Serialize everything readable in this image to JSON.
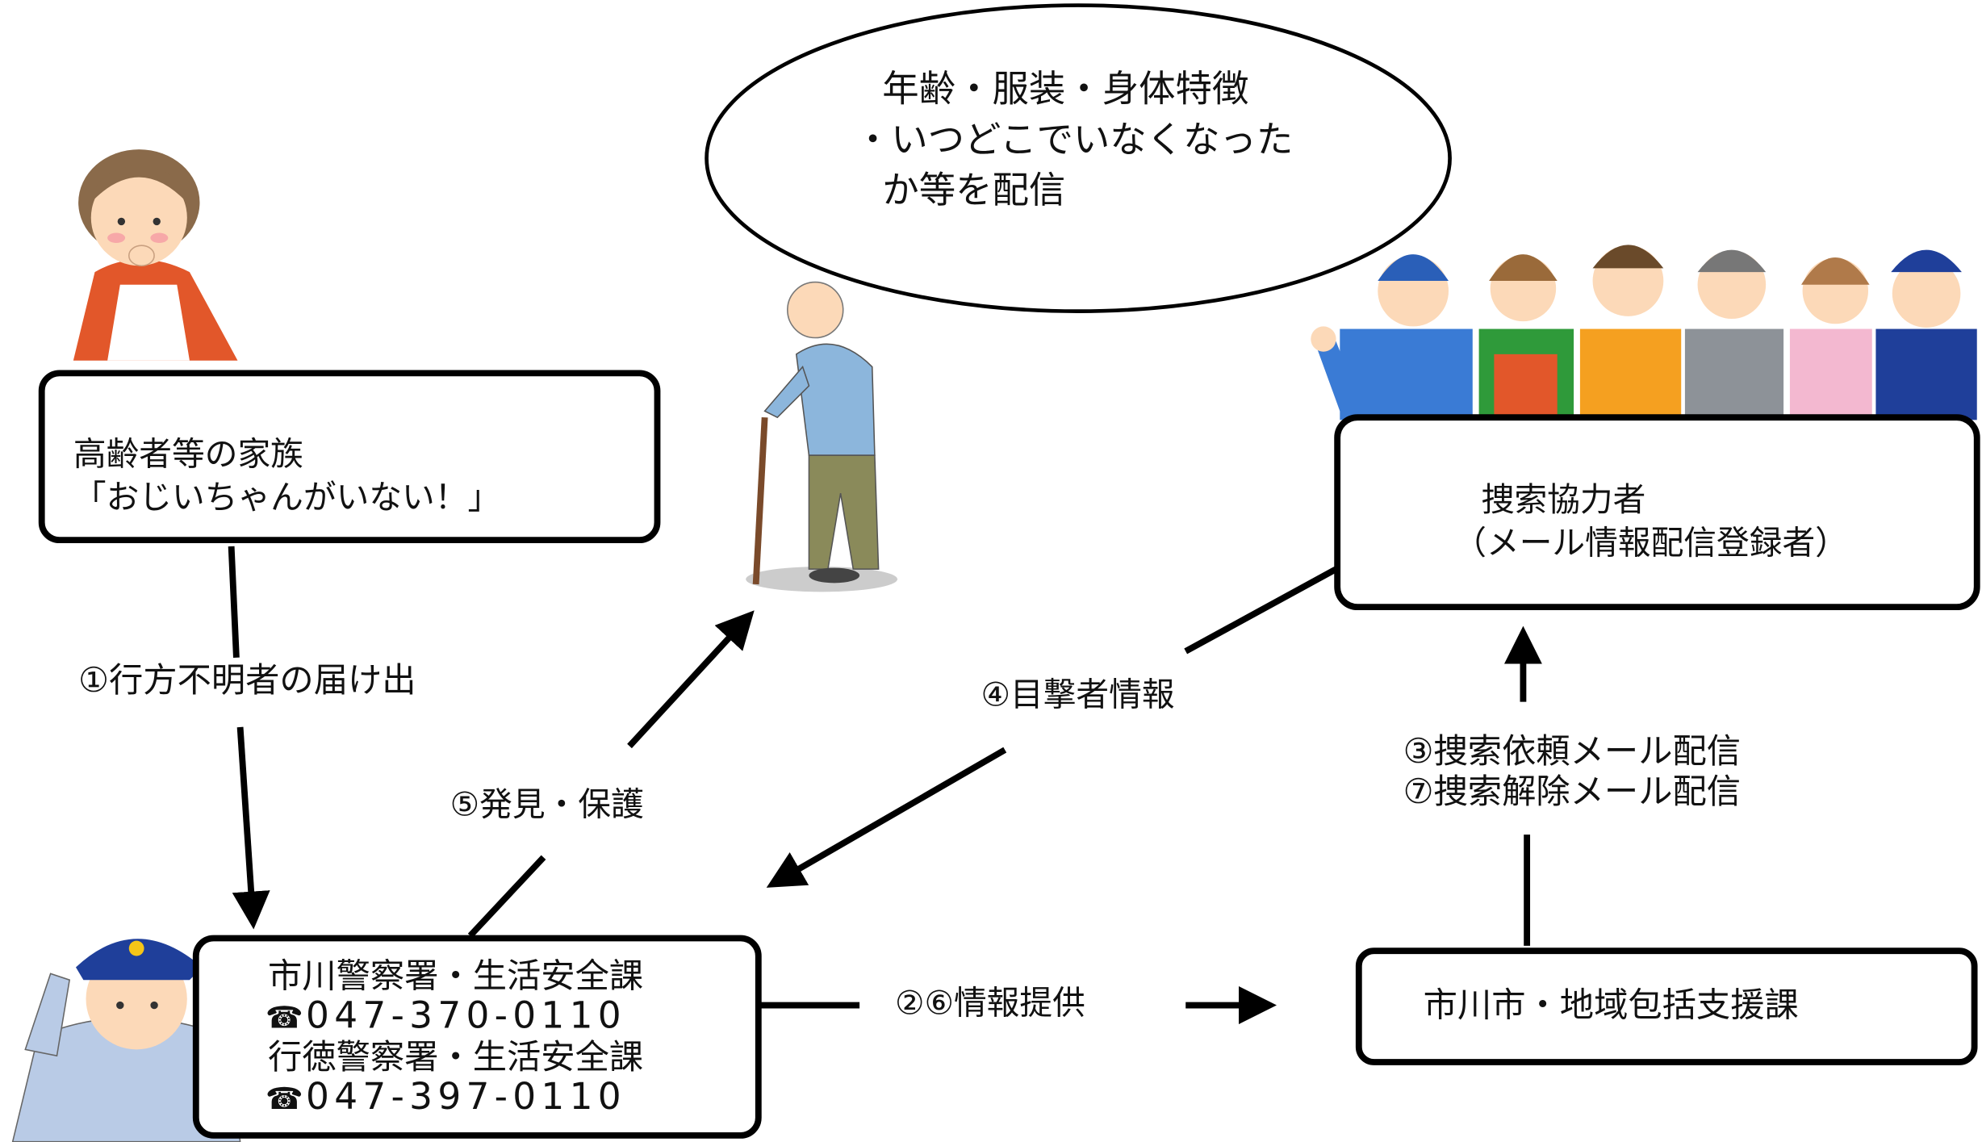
{
  "bubble": {
    "lines": [
      "年齢・服装・身体特徴",
      "・いつどこでいなくなった",
      "か等を配信"
    ]
  },
  "family_box": {
    "line1": "高齢者等の家族",
    "line2": "「おじいちゃんがいない！」"
  },
  "cooperators_box": {
    "line1": "捜索協力者",
    "line2": "（メール情報配信登録者）"
  },
  "police_box": {
    "line1": "市川警察署・生活安全課",
    "phone1": "047-370-0110",
    "line2": "行徳警察署・生活安全課",
    "phone2": "047-397-0110",
    "phone_icon": "☎"
  },
  "city_box": {
    "label": "市川市・地域包括支援課"
  },
  "steps": {
    "step1": "①行方不明者の届け出",
    "step26": "②⑥情報提供",
    "step3": "③捜索依頼メール配信",
    "step7": "⑦捜索解除メール配信",
    "step4": "④目撃者情報",
    "step5": "⑤発見・保護"
  },
  "colors": {
    "line": "#000000",
    "police_blue": "#1f3f9a",
    "skin": "#fcd9b8"
  }
}
